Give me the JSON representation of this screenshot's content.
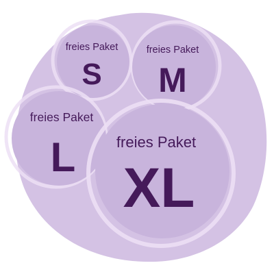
{
  "colors": {
    "blob": "#d4c2e4",
    "bubble": "#c8b4dc",
    "ring": "#ecdff4",
    "text": "#451a5a"
  },
  "packages": {
    "s": {
      "caption": "freies Paket",
      "size": "S"
    },
    "m": {
      "caption": "freies Paket",
      "size": "M"
    },
    "l": {
      "caption": "freies Paket",
      "size": "L"
    },
    "xl": {
      "caption": "freies Paket",
      "size": "XL"
    }
  }
}
